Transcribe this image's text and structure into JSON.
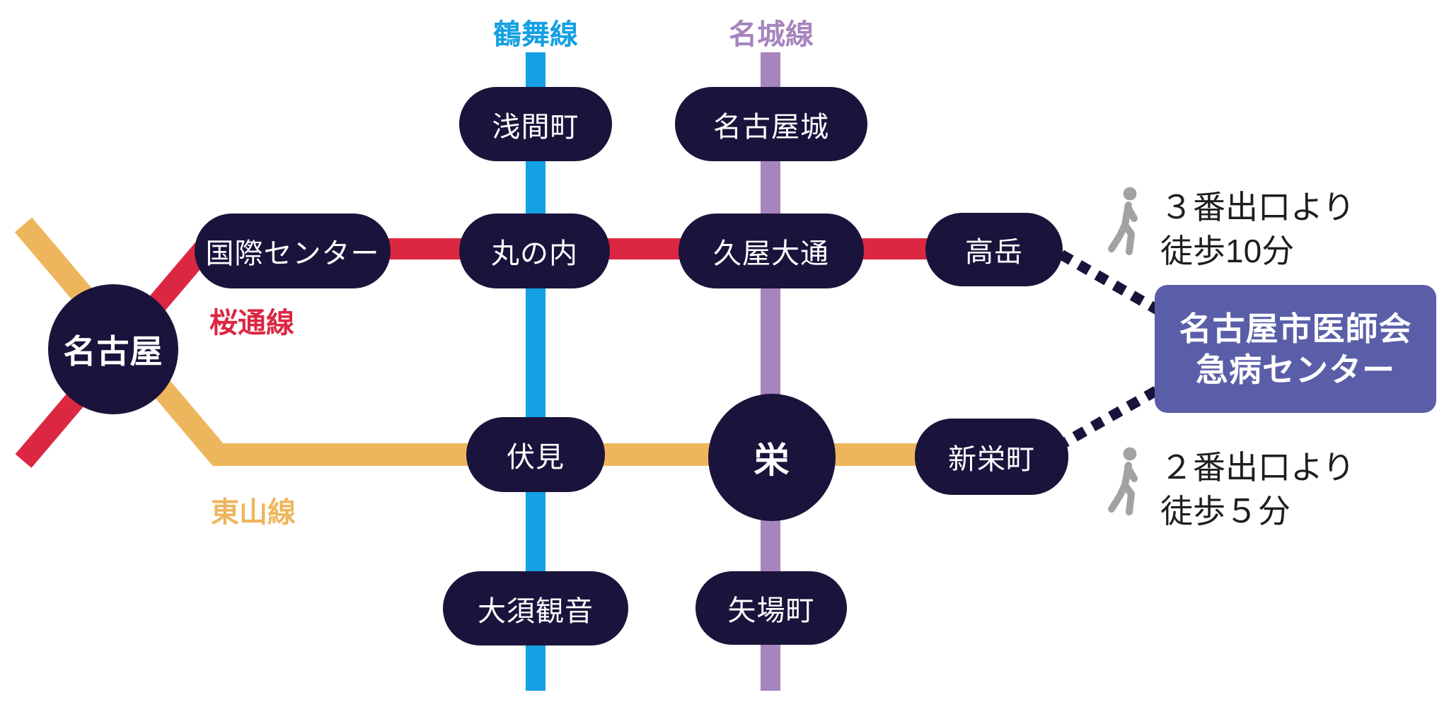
{
  "lines": {
    "tsurumai": {
      "name": "鶴舞線",
      "color": "#14A0E2"
    },
    "meijo": {
      "name": "名城線",
      "color": "#A684BE"
    },
    "sakuradori": {
      "name": "桜通線",
      "color": "#DC2742"
    },
    "higashiyama": {
      "name": "東山線",
      "color": "#EEB65C"
    }
  },
  "stations": {
    "asamacho": {
      "name": "浅間町"
    },
    "nagoyajo": {
      "name": "名古屋城"
    },
    "kokusai_center": {
      "name": "国際センター"
    },
    "marunouchi": {
      "name": "丸の内"
    },
    "hisaya_odori": {
      "name": "久屋大通"
    },
    "takaoka": {
      "name": "高岳"
    },
    "nagoya": {
      "name": "名古屋"
    },
    "fushimi": {
      "name": "伏見"
    },
    "sakae": {
      "name": "栄"
    },
    "shin_sakaemachi": {
      "name": "新栄町"
    },
    "osu_kannon": {
      "name": "大須観音"
    },
    "yabacho": {
      "name": "矢場町"
    }
  },
  "destination": {
    "name_line1": "名古屋市医師会",
    "name_line2": "急病センター",
    "fill_color": "#5A5EA8",
    "text_color": "#FFFFFF"
  },
  "walk_notes": {
    "from_takaoka": {
      "line1": "３番出口より",
      "line2": "徒歩10分"
    },
    "from_shin_sakaemachi": {
      "line1": "２番出口より",
      "line2": "徒歩５分"
    }
  },
  "colors": {
    "station_fill": "#1A143C",
    "station_text": "#FFFFFF",
    "dashed_connector": "#1A143C",
    "walk_icon": "#A2A2A2",
    "note_text": "#1E1E1E",
    "background": "#FFFFFF"
  }
}
